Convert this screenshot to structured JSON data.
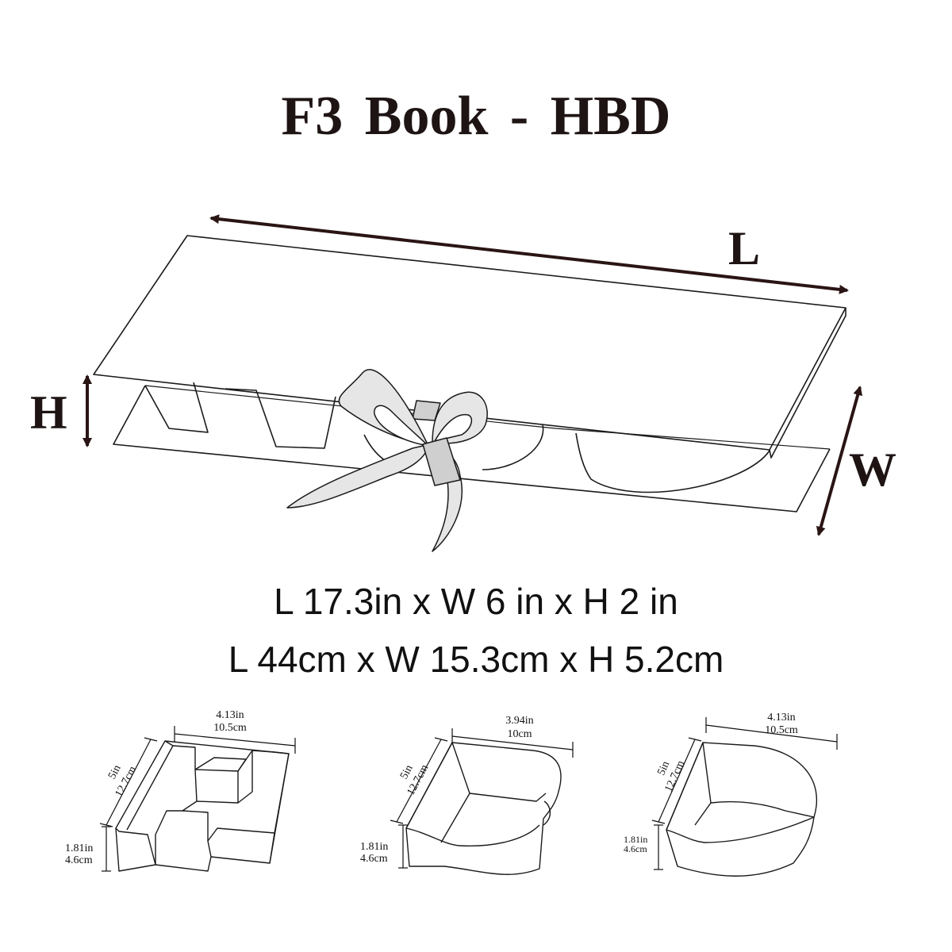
{
  "title": "F3  Book - HBD",
  "main_box": {
    "label_length": "L",
    "label_height": "H",
    "label_width": "W"
  },
  "dimensions": {
    "imperial": "L 17.3in x W 6 in x H 2 in",
    "metric": "L 44cm x W 15.3cm x H 5.2cm"
  },
  "inserts": [
    {
      "width_in": "4.13in",
      "width_cm": "10.5cm",
      "depth_in": "5in",
      "depth_cm": "12.7cm",
      "height_in": "1.81in",
      "height_cm": "4.6cm"
    },
    {
      "width_in": "3.94in",
      "width_cm": "10cm",
      "depth_in": "5in",
      "depth_cm": "12.7cm",
      "height_in": "1.81in",
      "height_cm": "4.6cm"
    },
    {
      "width_in": "4.13in",
      "width_cm": "10.5cm",
      "depth_in": "5in",
      "depth_cm": "12.7cm",
      "height_in": "1.81in",
      "height_cm": "4.6cm"
    }
  ],
  "colors": {
    "stroke": "#1a1a1a",
    "ribbon": "#e6e6e6",
    "arrow": "#3a1a1a"
  }
}
